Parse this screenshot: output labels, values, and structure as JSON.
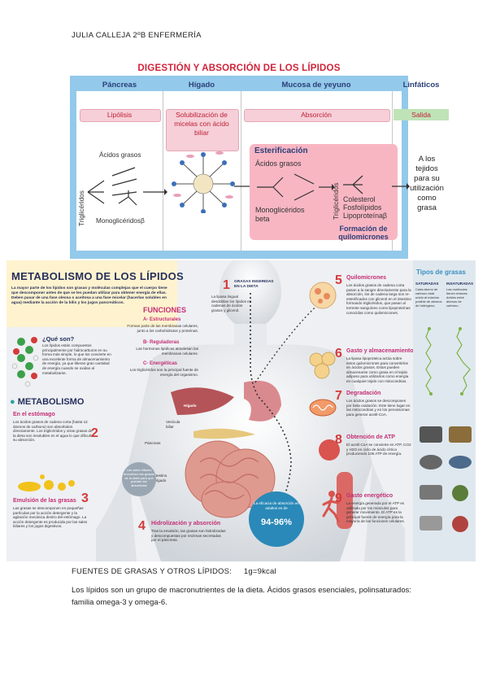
{
  "header": {
    "text": "JULIA CALLEJA 2ºB ENFERMERÍA"
  },
  "figure1": {
    "title": "DIGESTIÓN Y ABSORCIÓN DE LOS LÍPIDOS",
    "columns": [
      {
        "header": "Páncreas",
        "process": "Lipólisis"
      },
      {
        "header": "Hígado",
        "process": "Solubilización de micelas con ácido biliar"
      },
      {
        "header": "Mucosa de yeyuno",
        "process": "Absorción"
      },
      {
        "header": "Linfáticos",
        "process": "Salida"
      }
    ],
    "labels": {
      "trigliceridos_left": "Triglicéridos",
      "acidos_grasos_left": "Ácidos grasos",
      "monogliceridos_left": "Monoglicéridosβ",
      "esterificacion": "Esterificación",
      "acidos_grasos_right": "Ácidos grasos",
      "monogliceridos_beta": "Monoglicéridos beta",
      "trigliceridos_right": "Triglicéridos",
      "products": [
        "Colesterol",
        "Fosfolípidos",
        "Lipoproteínaβ"
      ],
      "formacion": "Formación de quilomicrones",
      "salida_text": [
        "A los",
        "tejidos",
        "para su",
        "utilización",
        "como",
        "grasa"
      ]
    }
  },
  "figure2": {
    "title": "METABOLISMO DE LOS LÍPIDOS",
    "intro": "La mayor parte de los lípidos son grasas y moléculas complejas que el cuerpo tiene que descomponer antes de que se les puedan utilizar para obtener energía de ellas. Deben pasar de una fase oleosa o aceitosa a una fase micelar (hacerlas solubles en agua) mediante la acción de la bilis y los jugos pancreáticos.",
    "que_son_title": "¿Qué son?",
    "que_son_text": "Los lípidos están compuestos principalmente por hidrocarburos en su forma más simple, lo que los convierte en una excelente forma de almacenamiento de energía, ya que liberan gran cantidad de energía cuando se oxidan al metabolizarse.",
    "metabolismo_label": "METABOLISMO",
    "funciones_title": "FUNCIONES",
    "funciones": [
      {
        "title": "A- Estructurales",
        "text": "Forman parte de las membranas celulares, junto a los carbohidratos y proteínas."
      },
      {
        "title": "B- Reguladoras",
        "text": "Las hormonas lipídicas atraviesan las membranas celulares."
      },
      {
        "title": "C- Energéticas",
        "text": "Los triglicéridos son la principal fuente de energía del organismo."
      }
    ],
    "steps": [
      {
        "num": "1",
        "title": "GRASAS INGERIDAS EN LA DIETA",
        "text": "La lipasa lingual desdoblan los lípidos en cadenas de ácidos grasos y glicerol."
      },
      {
        "num": "2",
        "title": "En el estómago",
        "text": "Los ácidos grasos de cadena corta (hasta 12 átomos de carbono) son absorbidos directamente. Los triglicéridos y otras grasas de la dieta son insolubles en el agua lo que dificulta su absorción."
      },
      {
        "num": "3",
        "title": "Emulsión de las grasas",
        "text": "Las grasas se descomponen en pequeñas partículas por la acción detergente y la agitación mecánica dentro del estómago. La acción detergente es producida por las sales biliares y los jugos digestivos."
      },
      {
        "num": "4",
        "title": "Hidrolización y absorción",
        "text": "Tras la emulsión, las grasas son hidrolizadas y descompuestas por enzimas secretadas por el páncreas."
      },
      {
        "num": "5",
        "title": "Quilomicrones",
        "text": "Los ácidos grasos de cadena corta pasan a la sangre directamente para la absorción, los de cadena larga son re-esterificados con glicerol en el intestino formando triglicéridos, que pasan al torrente sanguíneo como lipoproteínas conocidas como quilomicrones."
      },
      {
        "num": "6",
        "title": "Gasto y almacenamiento",
        "text": "La lipasa lipoproteica actúa sobre estos quilomicrones para convertirlos en ácidos grasos. Estos pueden almacenarse como grasa en el tejido adiposo para utilizarlos como energía en cualquier tejido con mitocondrias."
      },
      {
        "num": "7",
        "title": "Degradación",
        "text": "Los ácidos grasos se descomponen por beta oxidación. Este tiene lugar en las mitocondrias y en los peroxisomas para generar acetil-CoA."
      },
      {
        "num": "8",
        "title": "Obtención de ATP",
        "text": "El acetil CoA se convierte en ATP, CO2 y H2O en ciclo de ácido cítrico produciendo 106 ATP de energía."
      },
      {
        "num": "9",
        "title": "Gasto energético",
        "text": "La energía generada por el ATP es utilizada por los músculos para generar movimiento. El ATP es la principal fuente de energía para la mayoría de las funciones celulares."
      }
    ],
    "organs": [
      "Hígado",
      "Vesícula biliar",
      "Páncreas",
      "Intestino delgado"
    ],
    "absorption_note": "La eficacia de absorción en adultos es de",
    "absorption_value": "94-96%",
    "bile_note": "Las sales biliares envuelven las grasas de la dieta para que puedan ser absorbidas",
    "tipos_title": "Tipos de grasas",
    "tipos": [
      {
        "name": "SATURADAS",
        "text": "Cada átomo de carbono está unido al máximo posible de átomos de hidrógeno."
      },
      {
        "name": "INSATURADAS",
        "text": "Las moléculas tienen enlaces dobles entre átomos de carbono."
      }
    ]
  },
  "body_text": {
    "line1": "FUENTES DE GRASAS Y OTROS LÍPIDOS:",
    "line1_kcal": "1g=9kcal",
    "paragraph": "Los lípidos son un grupo de macronutrientes de la dieta. Ácidos grasos esenciales, polinsaturados: familia omega-3 y omega-6."
  }
}
